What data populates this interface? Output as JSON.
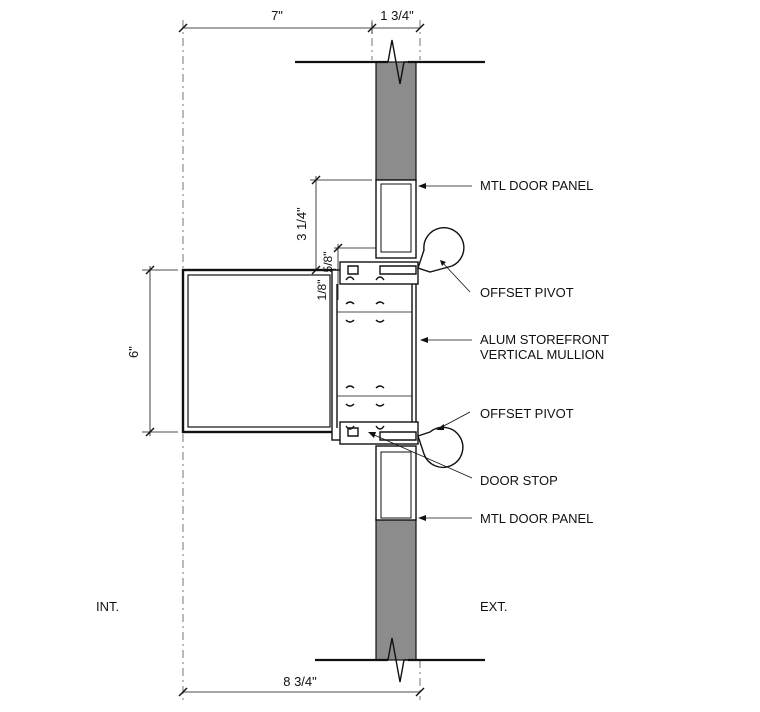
{
  "dimensions": {
    "top_left": "7\"",
    "top_right": "1 3/4\"",
    "bottom": "8 3/4\"",
    "left_height": "6\"",
    "panel_offset": "3 1/4\"",
    "small_a": "5/8\"",
    "small_b": "1/8\""
  },
  "labels": {
    "door_panel_top": "MTL DOOR PANEL",
    "offset_pivot_top": "OFFSET PIVOT",
    "mullion_line1": "ALUM STOREFRONT",
    "mullion_line2": "VERTICAL MULLION",
    "offset_pivot_bottom": "OFFSET PIVOT",
    "door_stop": "DOOR STOP",
    "door_panel_bottom": "MTL DOOR PANEL",
    "interior": "INT.",
    "exterior": "EXT."
  },
  "colors": {
    "line": "#111111",
    "wall_fill": "#8c8c8c"
  }
}
